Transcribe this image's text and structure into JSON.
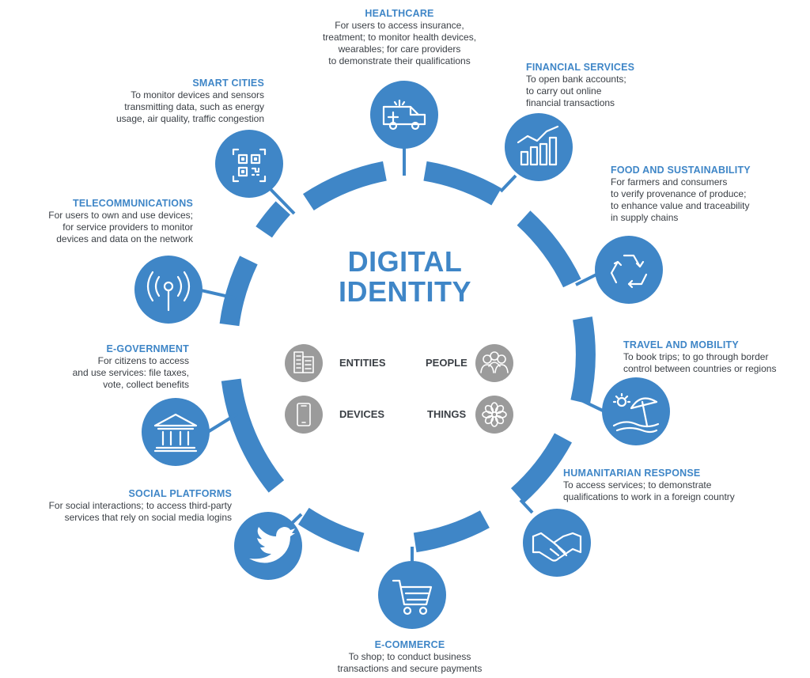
{
  "title": [
    "DIGITAL",
    "IDENTITY"
  ],
  "colors": {
    "accent": "#3f86c7",
    "gray": "#9b9b9b",
    "text": "#3a3f45"
  },
  "categories": {
    "entities": {
      "label": "ENTITIES",
      "icon": "building-icon"
    },
    "people": {
      "label": "PEOPLE",
      "icon": "people-icon"
    },
    "devices": {
      "label": "DEVICES",
      "icon": "smartphone-icon"
    },
    "things": {
      "label": "THINGS",
      "icon": "flower-icon"
    }
  },
  "sectors": {
    "healthcare": {
      "title": "HEALTHCARE",
      "desc": "For users to access insurance,\ntreatment; to monitor health devices,\nwearables; for care providers\nto demonstrate their qualifications",
      "icon": "ambulance-icon"
    },
    "financial": {
      "title": "FINANCIAL SERVICES",
      "desc": "To open bank accounts;\nto carry out online\nfinancial transactions",
      "icon": "bar-chart-icon"
    },
    "food": {
      "title": "FOOD AND SUSTAINABILITY",
      "desc": "For farmers and consumers\nto verify provenance of produce;\nto enhance value and traceability\nin supply chains",
      "icon": "recycle-icon"
    },
    "travel": {
      "title": "TRAVEL AND MOBILITY",
      "desc": "To book trips; to go through border\ncontrol between countries or regions",
      "icon": "beach-umbrella-icon"
    },
    "humanitarian": {
      "title": "HUMANITARIAN RESPONSE",
      "desc": "To access services; to demonstrate\nqualifications to work in a foreign country",
      "icon": "handshake-icon"
    },
    "ecommerce": {
      "title": "E-COMMERCE",
      "desc": "To shop; to conduct business\ntransactions and secure payments",
      "icon": "shopping-cart-icon"
    },
    "social": {
      "title": "SOCIAL PLATFORMS",
      "desc": "For social interactions; to access third-party\nservices that rely on social media logins",
      "icon": "bird-icon"
    },
    "egov": {
      "title": "E-GOVERNMENT",
      "desc": "For citizens to access\nand use services: file taxes,\nvote, collect benefits",
      "icon": "government-building-icon"
    },
    "telecom": {
      "title": "TELECOMMUNICATIONS",
      "desc": "For users to own and use devices;\nfor  service providers to monitor\ndevices and data on the network",
      "icon": "antenna-icon"
    },
    "smartcities": {
      "title": "SMART CITIES",
      "desc": "To monitor devices and sensors\ntransmitting data, such as energy\nusage, air quality, traffic congestion",
      "icon": "qr-code-icon"
    }
  }
}
